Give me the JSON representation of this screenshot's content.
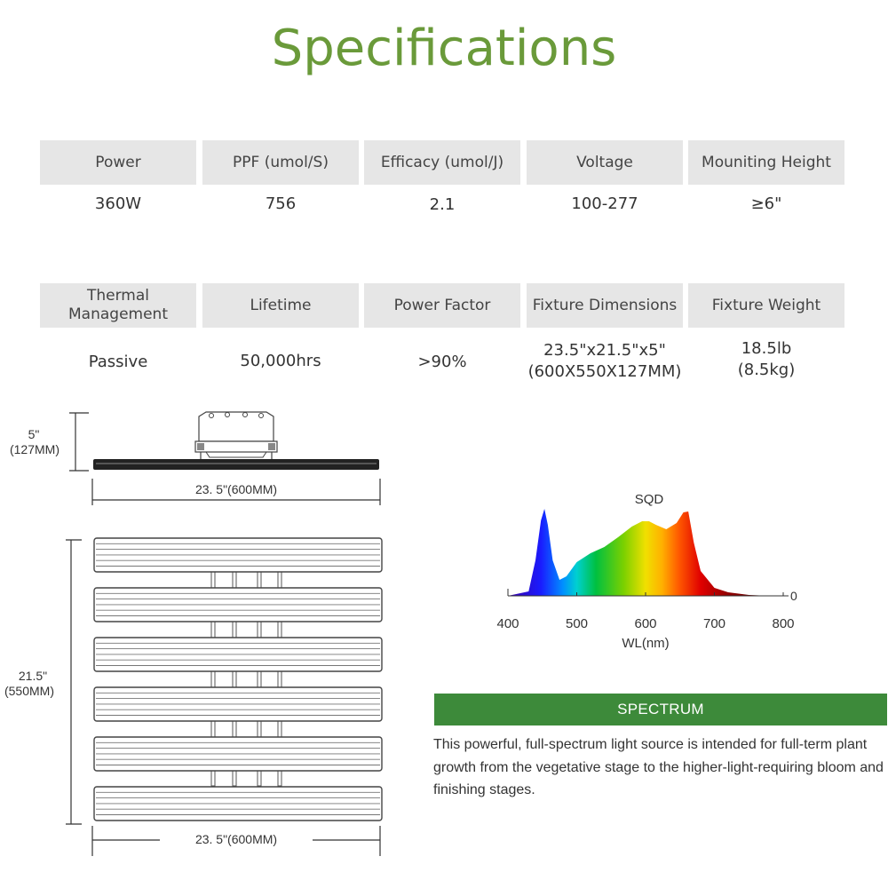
{
  "title": "Specifications",
  "specs_row1": [
    {
      "label": "Power",
      "value": "360W"
    },
    {
      "label": "PPF (umol/S)",
      "value": "756"
    },
    {
      "label": "Efficacy (umol/J)",
      "value": "2.1"
    },
    {
      "label": "Voltage",
      "value": "100-277"
    },
    {
      "label": "Mouniting Height",
      "value": "≥6\""
    }
  ],
  "specs_row2": [
    {
      "label": "Thermal\nManagement",
      "value": "Passive"
    },
    {
      "label": "Lifetime",
      "value": "50,000hrs"
    },
    {
      "label": "Power Factor",
      "value": ">90%"
    },
    {
      "label": "Fixture Dimensions",
      "value": "23.5\"x21.5\"x5\"\n(600X550X127MM)"
    },
    {
      "label": "Fixture Weight",
      "value": "18.5lb\n(8.5kg)"
    }
  ],
  "diagram": {
    "height_label_in": "5\"",
    "height_label_mm": "(127MM)",
    "width_label_top": "23. 5\"(600MM)",
    "depth_label_in": "21.5\"",
    "depth_label_mm": "(550MM)",
    "width_label_bottom": "23. 5\"(600MM)",
    "bar_count": 6
  },
  "chart_data": {
    "type": "area",
    "title": "SQD",
    "xlabel": "WL(nm)",
    "ylabel": "",
    "xlim": [
      400,
      800
    ],
    "x_ticks": [
      "400",
      "500",
      "600",
      "700",
      "800"
    ],
    "y_tick_label": "0",
    "x": [
      400,
      430,
      440,
      448,
      453,
      458,
      465,
      475,
      485,
      500,
      520,
      540,
      560,
      580,
      595,
      605,
      615,
      630,
      645,
      655,
      662,
      670,
      680,
      700,
      720,
      750,
      780,
      800
    ],
    "values": [
      0.0,
      0.05,
      0.4,
      0.85,
      0.98,
      0.8,
      0.4,
      0.18,
      0.22,
      0.38,
      0.48,
      0.55,
      0.66,
      0.78,
      0.84,
      0.84,
      0.8,
      0.75,
      0.82,
      0.94,
      0.95,
      0.6,
      0.28,
      0.09,
      0.04,
      0.01,
      0.0,
      0.0
    ]
  },
  "spectrum": {
    "banner": "SPECTRUM",
    "description": "This powerful, full-spectrum light source is intended for full-term plant growth from the vegetative stage to the higher-light-requiring bloom and finishing stages."
  }
}
